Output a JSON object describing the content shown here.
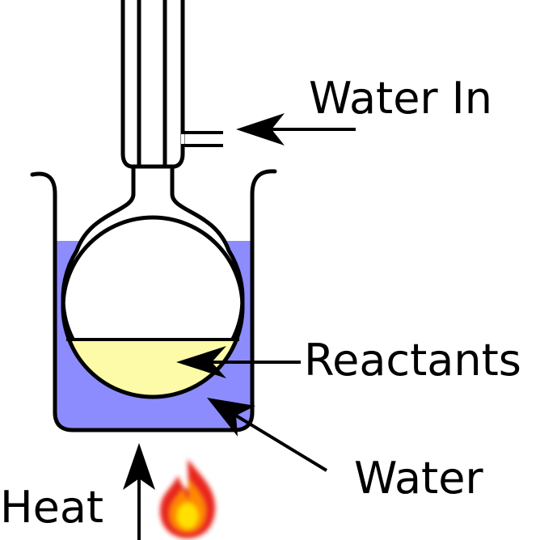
{
  "diagram": {
    "labels": {
      "water_in": "Water In",
      "reactants": "Reactants",
      "water": "Water",
      "heat": "Heat"
    },
    "colors": {
      "water": "#8c8cff",
      "reactants": "#fdfba7",
      "outline": "#000000",
      "flame_outer": "#e8281c",
      "flame_mid": "#ff8a00",
      "flame_core": "#ffe000"
    },
    "icons": {
      "flame": "flame-icon"
    }
  }
}
